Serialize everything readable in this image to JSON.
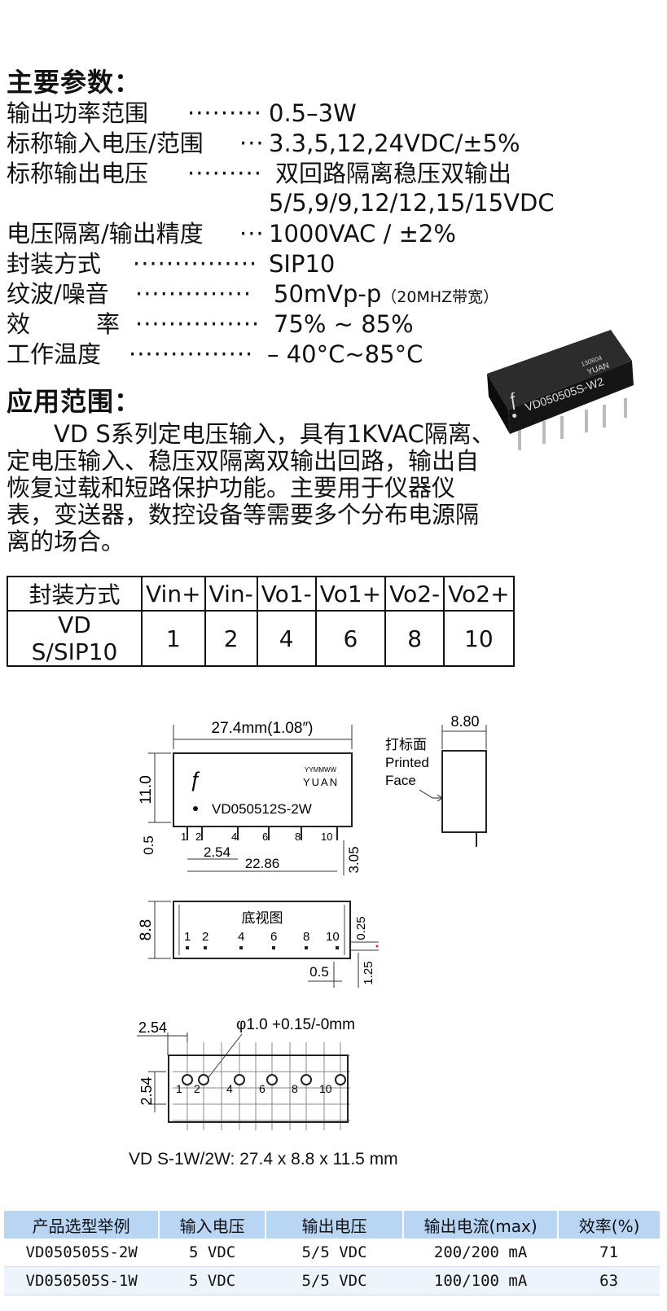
{
  "main_params": {
    "title": "主要参数：",
    "rows": [
      {
        "label": "输出功率范围",
        "dots": "·········",
        "value": "0.5–3W"
      },
      {
        "label": "标称输入电压/范围",
        "dots": "···",
        "value": "3.3,5,12,24VDC/±5%"
      },
      {
        "label": "标称输出电压",
        "dots": "·········",
        "value": "双回路隔离稳压双输出",
        "value2": "5/5,9/9,12/12,15/15VDC"
      },
      {
        "label": "电压隔离/输出精度",
        "dots": "···",
        "value": "1000VAC / ±2%"
      },
      {
        "label": "封装方式",
        "dots": "···············",
        "value": "SIP10"
      },
      {
        "label": "纹波/噪音",
        "dots": "··············",
        "value": "50mVp-p",
        "note": "（20MHZ带宽）"
      },
      {
        "label": "效　率",
        "dots": "···············",
        "value": "75% ~ 85%"
      },
      {
        "label": "工作温度",
        "dots": "···············",
        "value": "– 40°C~85°C"
      }
    ]
  },
  "photo": {
    "part": "VD050505S-W2",
    "brand": "YUAN",
    "code": "130604"
  },
  "application": {
    "title": "应用范围：",
    "text": "　　VD S系列定电压输入，具有1KVAC隔离、定电压输入、稳压双隔离双输出回路，输出自恢复过载和短路保护功能。主要用于仪器仪表，变送器，数控设备等需要多个分布电源隔离的场合。"
  },
  "pin_table": {
    "headers": [
      "封装方式",
      "Vin+",
      "Vin-",
      "Vo1-",
      "Vo1+",
      "Vo2-",
      "Vo2+"
    ],
    "row": [
      "VD S/SIP10",
      "1",
      "2",
      "4",
      "6",
      "8",
      "10"
    ]
  },
  "drawing": {
    "front": {
      "width_label": "27.4mm(1.08″)",
      "height_label": "11.0",
      "pin_gap_label": "0.5",
      "pitch_label": "2.54",
      "span_label": "22.86",
      "pin_len_label": "3.05",
      "date_code": "YYMMWW",
      "brand": "YUAN",
      "part": "VD050512S-2W",
      "pins": [
        "1",
        "2",
        "4",
        "6",
        "8",
        "10"
      ]
    },
    "side": {
      "width_label": "8.80",
      "printed_face_cn": "打标面",
      "printed_face_en1": "Printed",
      "printed_face_en2": "Face"
    },
    "bottom": {
      "title": "底视图",
      "height_label": "8.8",
      "offset_label": "0.25",
      "edge_label": "0.5",
      "row_label": "1.25",
      "pins": [
        "1",
        "2",
        "4",
        "6",
        "8",
        "10"
      ]
    },
    "pcb": {
      "pitch_x_label": "2.54",
      "pitch_y_label": "2.54",
      "hole_label": "φ1.0 +0.15/-0mm",
      "pins": [
        "1",
        "2",
        "4",
        "6",
        "8",
        "10"
      ]
    },
    "size_caption": "VD S-1W/2W: 27.4 x 8.8 x 11.5 mm"
  },
  "spec_table": {
    "headers": [
      "产品选型举例",
      "输入电压",
      "输出电压",
      "输出电流(max)",
      "效率(%)"
    ],
    "rows": [
      [
        "VD050505S-2W",
        "5 VDC",
        "5/5 VDC",
        "200/200 mA",
        "71"
      ],
      [
        "VD050505S-1W",
        "5 VDC",
        "5/5 VDC",
        "100/100 mA",
        "63"
      ]
    ]
  }
}
